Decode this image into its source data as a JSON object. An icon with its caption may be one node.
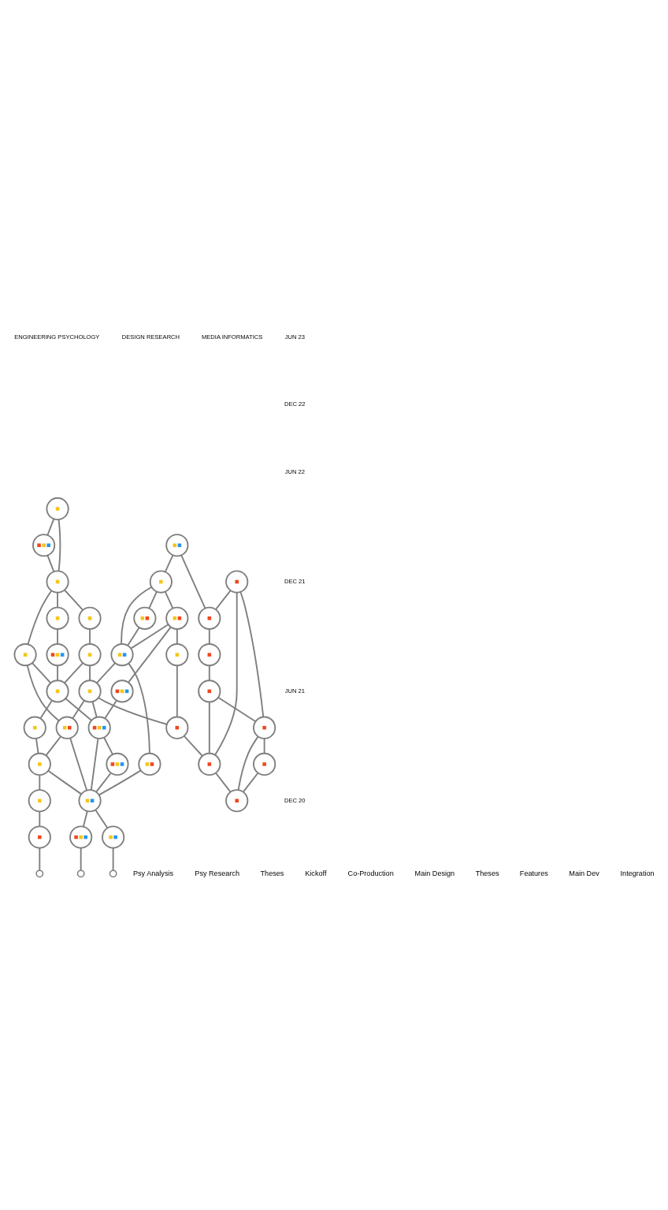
{
  "diagram": {
    "nodes": [
      {
        "text": [],
        "shape": "circle"
      },
      {
        "text": [],
        "shape": "circle"
      },
      {
        "text": [],
        "shape": "circle"
      },
      {
        "text": [],
        "shape": "circle"
      },
      {
        "text": [],
        "shape": "circle"
      },
      {
        "text": [],
        "shape": "circle"
      },
      {
        "text": [],
        "shape": "circle"
      },
      {
        "text": [],
        "shape": "circle"
      },
      {
        "text": [],
        "shape": "circle"
      },
      {
        "text": [],
        "shape": "circle"
      },
      {
        "text": [],
        "shape": "circle"
      },
      {
        "text": [],
        "shape": "circle"
      },
      {
        "text": [],
        "shape": "circle"
      },
      {
        "text": [],
        "shape": "circle"
      },
      {
        "text": [],
        "shape": "circle"
      },
      {
        "text": [],
        "shape": "circle"
      },
      {
        "text": [],
        "shape": "circle"
      },
      {
        "text": [],
        "shape": "circle"
      },
      {
        "text": [],
        "shape": "circle"
      },
      {
        "text": [],
        "shape": "circle"
      },
      {
        "text": [],
        "shape": "circle"
      },
      {
        "text": [],
        "shape": "circle"
      },
      {
        "text": [],
        "shape": "circle"
      },
      {
        "text": [],
        "shape": "circle"
      },
      {
        "text": [],
        "shape": "circle"
      },
      {
        "text": [],
        "shape": "circle"
      },
      {
        "text": [],
        "shape": "circle"
      },
      {
        "text": [],
        "shape": "circle"
      },
      {
        "text": [],
        "shape": "circle"
      },
      {
        "text": [],
        "shape": "circle"
      },
      {
        "text": [],
        "shape": "circle"
      },
      {
        "text": [],
        "shape": "circle"
      },
      {
        "text": [],
        "shape": "circle"
      },
      {
        "text": [],
        "shape": "circle"
      },
      {
        "text": [],
        "shape": "circle"
      },
      {
        "text": [],
        "shape": "circle"
      },
      {
        "text": [],
        "shape": "circle"
      },
      {
        "text": [],
        "shape": "circle"
      },
      {
        "text": [],
        "shape": "circle"
      },
      {
        "text": [],
        "shape": "circle"
      }
    ],
    "edges": [
      {
        "from": 7,
        "to": 4,
        "arrow": "none"
      },
      {
        "from": 7,
        "to": 5,
        "arrow": "none"
      },
      {
        "from": 7,
        "to": 6,
        "arrow": "none"
      },
      {
        "from": 5,
        "to": 4,
        "arrow": "none"
      },
      {
        "from": 4,
        "to": 0,
        "arrow": "none"
      },
      {
        "from": 4,
        "to": 3,
        "arrow": "none"
      },
      {
        "from": 6,
        "to": 3,
        "arrow": "none"
      },
      {
        "from": 6,
        "to": 0,
        "arrow": "none"
      },
      {
        "from": 6,
        "to": 9,
        "arrow": "none"
      },
      {
        "from": 3,
        "to": 2,
        "arrow": "none"
      },
      {
        "from": 2,
        "to": 1,
        "arrow": "none"
      },
      {
        "from": 1,
        "to": 0,
        "arrow": "none"
      },
      {
        "from": 1,
        "to": 10,
        "arrow": "none"
      },
      {
        "from": 9,
        "to": 8,
        "arrow": "none"
      },
      {
        "from": 8,
        "to": 12,
        "arrow": "none"
      },
      {
        "from": 9,
        "to": 15,
        "arrow": "none"
      },
      {
        "from": 25,
        "to": 23,
        "arrow": "none"
      },
      {
        "from": 24,
        "to": 22,
        "arrow": "none"
      },
      {
        "from": 22,
        "to": 21,
        "arrow": "none"
      },
      {
        "from": 23,
        "to": 21,
        "arrow": "none"
      },
      {
        "from": 21,
        "to": 20,
        "arrow": "none"
      },
      {
        "from": 21,
        "to": 17,
        "arrow": "none"
      },
      {
        "from": 21,
        "to": 19,
        "arrow": "none"
      },
      {
        "from": 21,
        "to": 18,
        "arrow": "none"
      },
      {
        "from": 21,
        "to": 36,
        "arrow": "none"
      },
      {
        "from": 20,
        "to": 17,
        "arrow": "none"
      },
      {
        "from": 19,
        "to": 14,
        "arrow": "none"
      },
      {
        "from": 18,
        "to": 32,
        "arrow": "none"
      },
      {
        "from": 18,
        "to": 15,
        "arrow": "none"
      },
      {
        "from": 36,
        "to": 18,
        "arrow": "none"
      },
      {
        "from": 17,
        "to": 34,
        "arrow": "none"
      },
      {
        "from": 17,
        "to": 15,
        "arrow": "none"
      },
      {
        "from": 17,
        "to": 16,
        "arrow": "none"
      },
      {
        "from": 16,
        "to": 12,
        "arrow": "none"
      },
      {
        "from": 15,
        "to": 14,
        "arrow": "none"
      },
      {
        "from": 15,
        "to": 33,
        "arrow": "none"
      },
      {
        "from": 14,
        "to": 12,
        "arrow": "none"
      },
      {
        "from": 14,
        "to": 13,
        "arrow": "none"
      },
      {
        "from": 14,
        "to": 11,
        "arrow": "none"
      },
      {
        "from": 12,
        "to": 11,
        "arrow": "none"
      },
      {
        "from": 13,
        "to": 11,
        "arrow": "none"
      },
      {
        "from": 11,
        "to": 10,
        "arrow": "none"
      },
      {
        "from": 39,
        "to": 38,
        "arrow": "none"
      },
      {
        "from": 38,
        "to": 37,
        "arrow": "none"
      },
      {
        "from": 37,
        "to": 36,
        "arrow": "none"
      },
      {
        "from": 36,
        "to": 35,
        "arrow": "none"
      },
      {
        "from": 35,
        "to": 34,
        "arrow": "none"
      },
      {
        "from": 34,
        "to": 32,
        "arrow": "none"
      },
      {
        "from": 34,
        "to": 31,
        "arrow": "none"
      },
      {
        "from": 34,
        "to": 33,
        "arrow": "none"
      },
      {
        "from": 31,
        "to": 29,
        "arrow": "none"
      },
      {
        "from": 33,
        "to": 30,
        "arrow": "none"
      },
      {
        "from": 32,
        "to": 28,
        "arrow": "none"
      },
      {
        "from": 29,
        "to": 28,
        "arrow": "none"
      },
      {
        "from": 30,
        "to": 28,
        "arrow": "none"
      },
      {
        "from": 28,
        "to": 27,
        "arrow": "none"
      },
      {
        "from": 28,
        "to": 26,
        "arrow": "none"
      },
      {
        "from": 27,
        "to": 26,
        "arrow": "none"
      }
    ],
    "labels": [
      "ENGINEERING PSYCHOLOGY",
      "DESIGN RESEARCH",
      "MEDIA INFORMATICS",
      "JUN 23",
      "DEC 22",
      "JUN 22",
      "DEC 21",
      "JUN 21",
      "DEC 20",
      "Psy Analysis",
      "Psy Research",
      "Theses",
      "Kickoff",
      "Co-Production",
      "Main Design",
      "Theses",
      "Features",
      "Main Dev",
      "Integration"
    ]
  }
}
